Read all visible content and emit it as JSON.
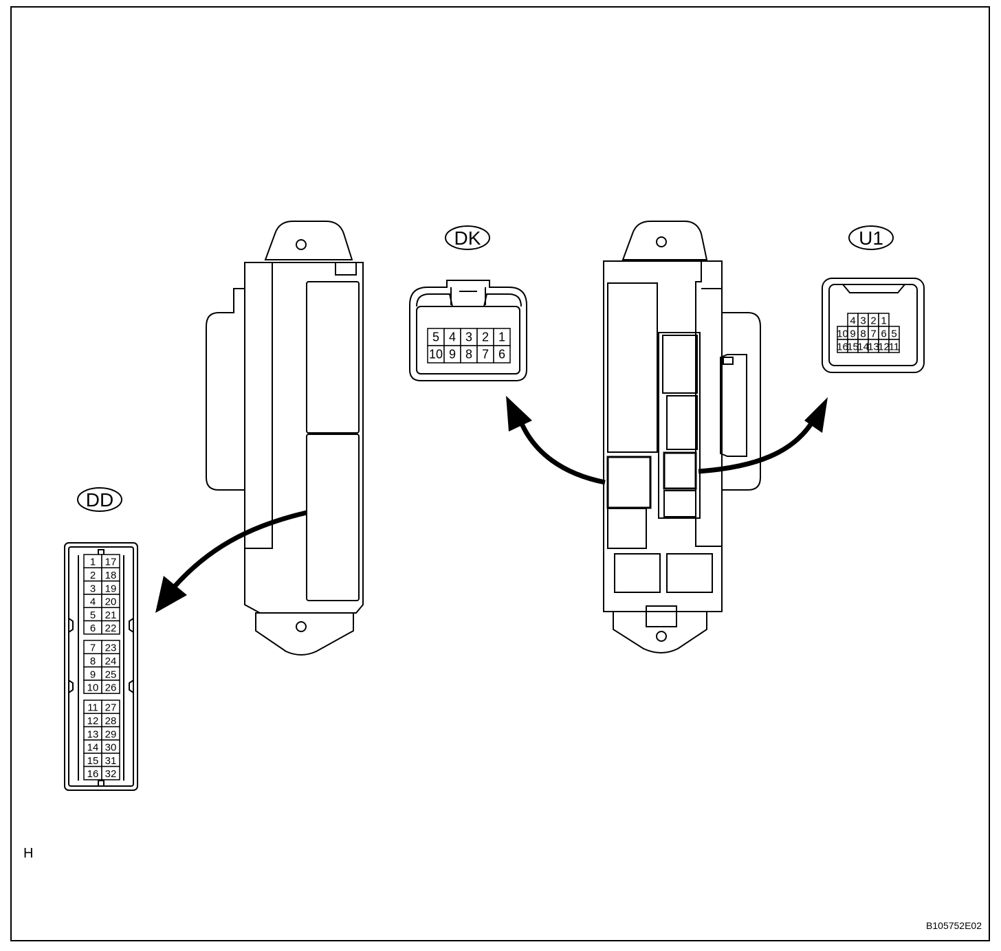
{
  "connectors": {
    "dd": {
      "label": "DD",
      "pins": [
        [
          "1",
          "17"
        ],
        [
          "2",
          "18"
        ],
        [
          "3",
          "19"
        ],
        [
          "4",
          "20"
        ],
        [
          "5",
          "21"
        ],
        [
          "6",
          "22"
        ],
        [
          "7",
          "23"
        ],
        [
          "8",
          "24"
        ],
        [
          "9",
          "25"
        ],
        [
          "10",
          "26"
        ],
        [
          "11",
          "27"
        ],
        [
          "12",
          "28"
        ],
        [
          "13",
          "29"
        ],
        [
          "14",
          "30"
        ],
        [
          "15",
          "31"
        ],
        [
          "16",
          "32"
        ]
      ]
    },
    "dk": {
      "label": "DK",
      "rows": [
        [
          "5",
          "4",
          "3",
          "2",
          "1"
        ],
        [
          "10",
          "9",
          "8",
          "7",
          "6"
        ]
      ]
    },
    "u1": {
      "label": "U1",
      "rows": [
        [
          "4",
          "3",
          "2",
          "1"
        ],
        [
          "10",
          "9",
          "8",
          "7",
          "6",
          "5"
        ],
        [
          "16",
          "15",
          "14",
          "13",
          "12",
          "11"
        ]
      ]
    }
  },
  "footer": {
    "section_mark": "H",
    "figure_code": "B105752E02"
  }
}
